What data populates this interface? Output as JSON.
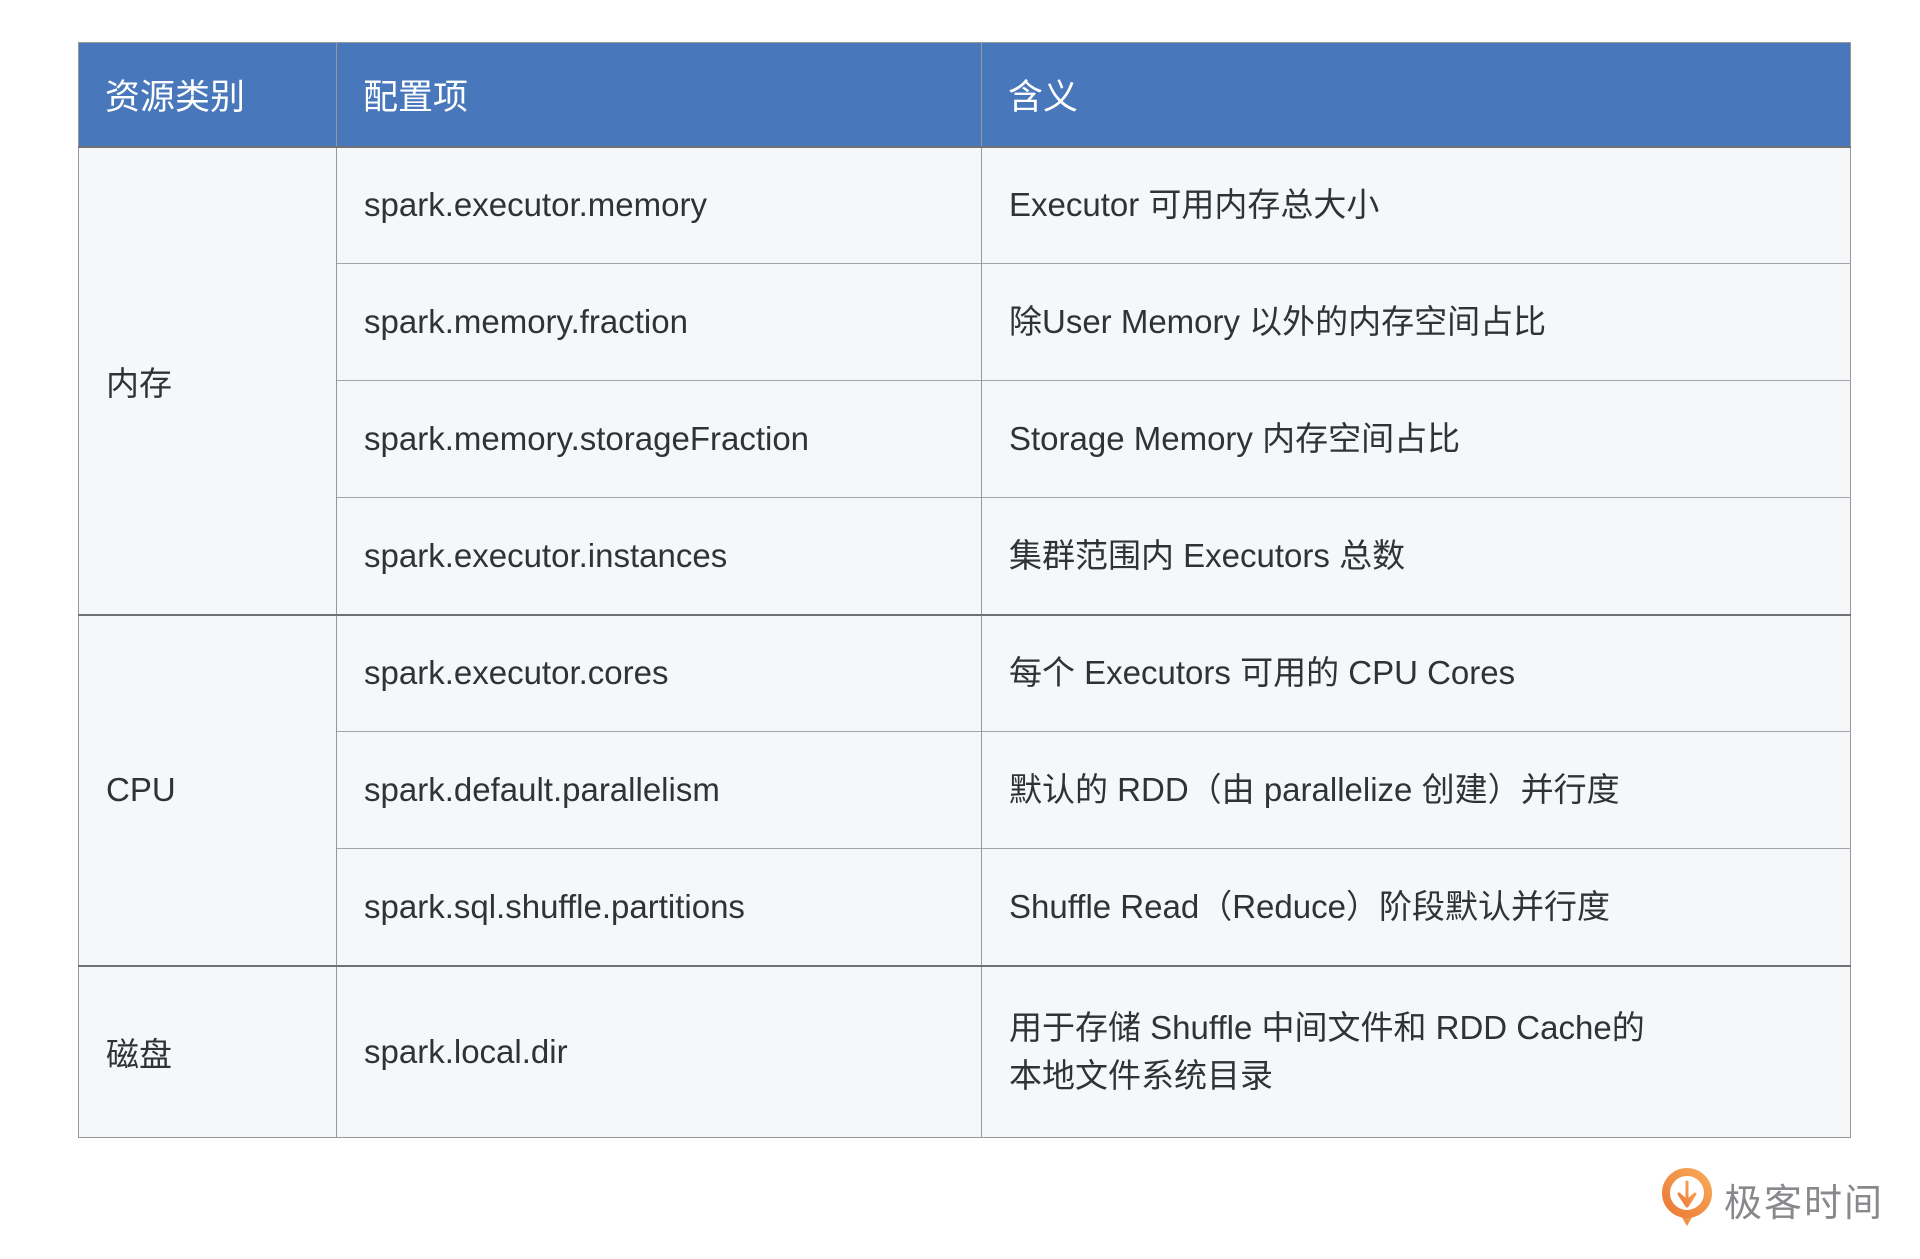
{
  "table": {
    "headers": [
      "资源类别",
      "配置项",
      "含义"
    ],
    "groups": [
      {
        "category": "内存",
        "rows": [
          {
            "config": "spark.executor.memory",
            "meaning": "Executor 可用内存总大小"
          },
          {
            "config": "spark.memory.fraction",
            "meaning": "除User Memory 以外的内存空间占比"
          },
          {
            "config": "spark.memory.storageFraction",
            "meaning": "Storage Memory 内存空间占比"
          },
          {
            "config": "spark.executor.instances",
            "meaning": "集群范围内 Executors 总数"
          }
        ]
      },
      {
        "category": "CPU",
        "rows": [
          {
            "config": "spark.executor.cores",
            "meaning": "每个 Executors 可用的 CPU Cores"
          },
          {
            "config": "spark.default.parallelism",
            "meaning": "默认的 RDD（由 parallelize  创建）并行度"
          },
          {
            "config": "spark.sql.shuffle.partitions",
            "meaning": "Shuffle Read（Reduce）阶段默认并行度"
          }
        ]
      },
      {
        "category": "磁盘",
        "rows": [
          {
            "config": "spark.local.dir",
            "meaning": "用于存储 Shuffle 中间文件和 RDD Cache的\n本地文件系统目录"
          }
        ]
      }
    ]
  },
  "footer": {
    "brand": "极客时间"
  },
  "colors": {
    "header_bg": "#4878bb",
    "cell_bg": "#f6f7f9",
    "text": "#2f3338",
    "brand_gray": "#87898c",
    "brand_orange_light": "#f7a956",
    "brand_orange_dark": "#ec7a38"
  }
}
